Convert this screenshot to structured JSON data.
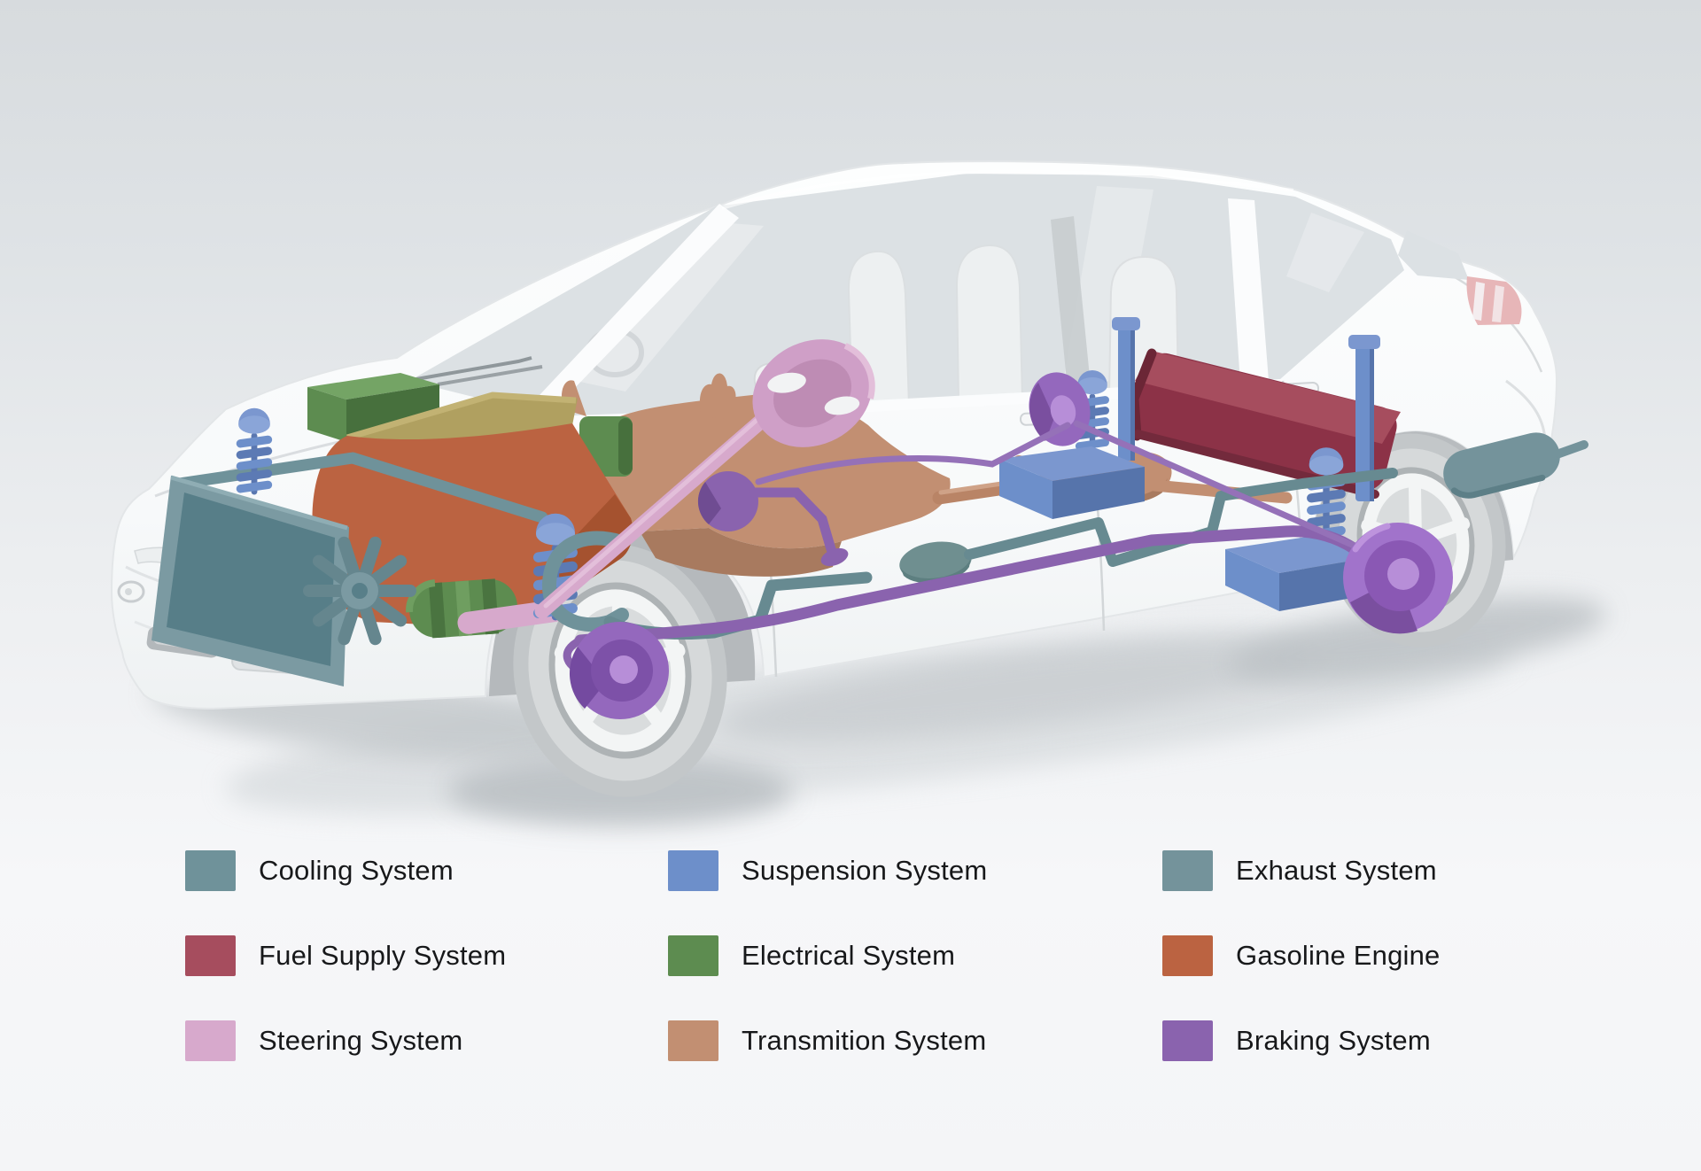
{
  "page": {
    "background_top": "#D7DBDE",
    "background_bottom": "#F4F5F7"
  },
  "illustration": {
    "name": "car-systems-cutaway",
    "description": "Translucent white hatchback shown in three-quarter cutaway view with color-coded mechanical systems"
  },
  "legend": {
    "items": [
      {
        "id": "cooling",
        "label": "Cooling System",
        "color": "#6F929A"
      },
      {
        "id": "suspension",
        "label": "Suspension System",
        "color": "#6D8FCA"
      },
      {
        "id": "exhaust",
        "label": "Exhaust System",
        "color": "#74939B"
      },
      {
        "id": "fuel",
        "label": "Fuel Supply System",
        "color": "#A64D5E"
      },
      {
        "id": "electrical",
        "label": "Electrical System",
        "color": "#5D8C50"
      },
      {
        "id": "engine",
        "label": "Gasoline Engine",
        "color": "#BB6341"
      },
      {
        "id": "steering",
        "label": "Steering System",
        "color": "#D7A9CC"
      },
      {
        "id": "transmission",
        "label": "Transmition System",
        "color": "#C28F72"
      },
      {
        "id": "braking",
        "label": "Braking System",
        "color": "#8A63AE"
      }
    ]
  }
}
